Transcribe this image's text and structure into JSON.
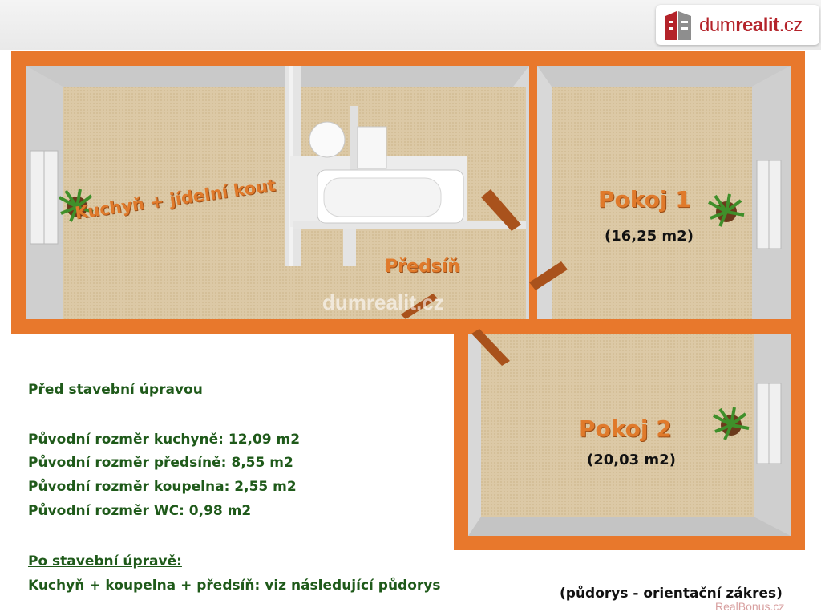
{
  "brand": {
    "logo_text_regular": "dum",
    "logo_text_bold": "realit",
    "logo_text_suffix": ".cz",
    "watermark": "dumrealit.cz",
    "corner_mark": "RealBonus.cz",
    "accent_color": "#b4232a"
  },
  "rooms": {
    "kitchen": {
      "label": "Kuchyň + jídelní kout"
    },
    "hall": {
      "label": "Předsíň"
    },
    "room1": {
      "label": "Pokoj 1",
      "area": "(16,25 m2)"
    },
    "room2": {
      "label": "Pokoj 2",
      "area": "(20,03 m2)"
    }
  },
  "info": {
    "before_heading": "Před stavební úpravou",
    "before_lines": [
      "Původní rozměr kuchyně:  12,09 m2",
      "Původní rozměr předsíně: 8,55 m2",
      "Původní rozměr koupelna: 2,55 m2",
      "Původní rozměr WC: 0,98 m2"
    ],
    "after_heading": "Po stavební úpravě:",
    "after_line": "Kuchyň + koupelna + předsíň: viz následující půdorys"
  },
  "note": "(půdorys - orientační zákres)",
  "colors": {
    "wall_outer": "#e8782c",
    "floor": "#dcc9a6",
    "inner_wall": "#dedede",
    "room_label": "#e07a2b",
    "info_text": "#1f5a1a"
  }
}
